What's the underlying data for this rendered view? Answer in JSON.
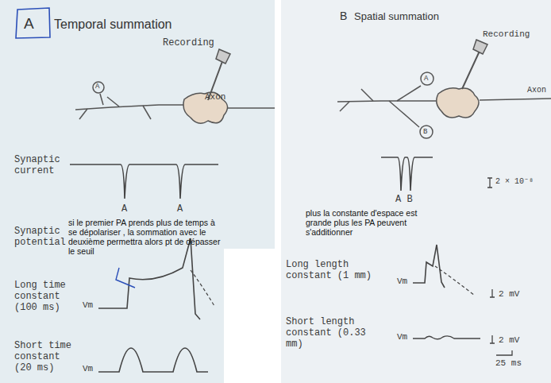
{
  "diagram": {
    "labels": [
      "A",
      "Temporal summation",
      "Recording",
      "Axon",
      "A",
      "Synaptic current",
      "A",
      "A",
      "Synaptic potential",
      "si le premier PA prends plus de temps à se dépolariser , la sommation avec le deuxième permettra alors pt de dépasser le seuil",
      "Long time constant (100 ms)",
      "Vm",
      "Short time constant (20 ms)",
      "Vm",
      "B",
      "Spatial summation",
      "Recording",
      "Axon",
      "A",
      "B",
      "A B",
      "2 × 10⁻⁸",
      "plus la constante d'espace est grande plus les PA peuvent s'additionner",
      "Long length constant (1 mm)",
      "Vm",
      "2 mV",
      "Short length constant (0.33 mm)",
      "Vm",
      "2 mV",
      "25 ms"
    ]
  }
}
